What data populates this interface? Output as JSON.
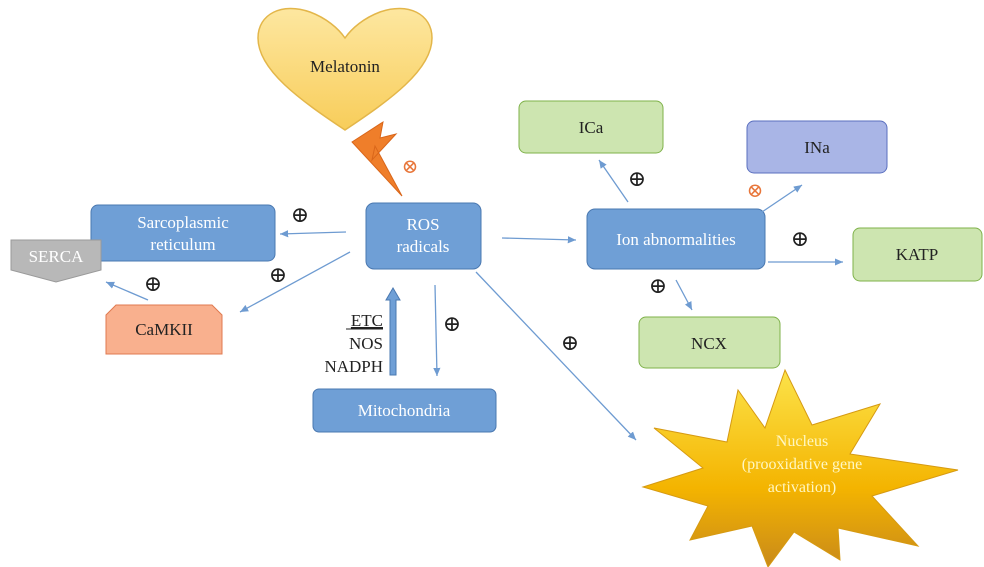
{
  "diagram": {
    "melatonin": "Melatonin",
    "ros": [
      "ROS",
      "radicals"
    ],
    "sarcoplasmic": [
      "Sarcoplasmic",
      "reticulum"
    ],
    "serca": "SERCA",
    "camkii": "CaMKII",
    "mitochondria": "Mitochondria",
    "ion": "Ion abnormalities",
    "ica": "ICa",
    "ina": "INa",
    "katp": "KATP",
    "ncx": "NCX",
    "nucleus": [
      "Nucleus",
      "(prooxidative gene",
      "activation)"
    ],
    "sources": [
      "ETC",
      "NOS",
      "NADPH"
    ],
    "plus_symbol": "⊕",
    "inhibit_symbol": "⊗"
  },
  "colors": {
    "blue_fill": "#6f9fd6",
    "blue_stroke": "#4a78b0",
    "green_fill": "#cde5b0",
    "green_stroke": "#7fb24a",
    "purple_fill": "#a9b5e6",
    "purple_stroke": "#5a6fbf",
    "orange_fill": "#f9b08e",
    "orange_stroke": "#e07a50",
    "serca_fill": "#b8b8b8",
    "heart_fill": "#fbd97a",
    "heart_stroke": "#e3b64a",
    "bolt_fill": "#ef7e2a",
    "inhibit_color": "#e8763a",
    "arrow": "#6e9bd1",
    "nucleus_fill": "#f4b400",
    "nucleus_text": "#fff7c2"
  }
}
